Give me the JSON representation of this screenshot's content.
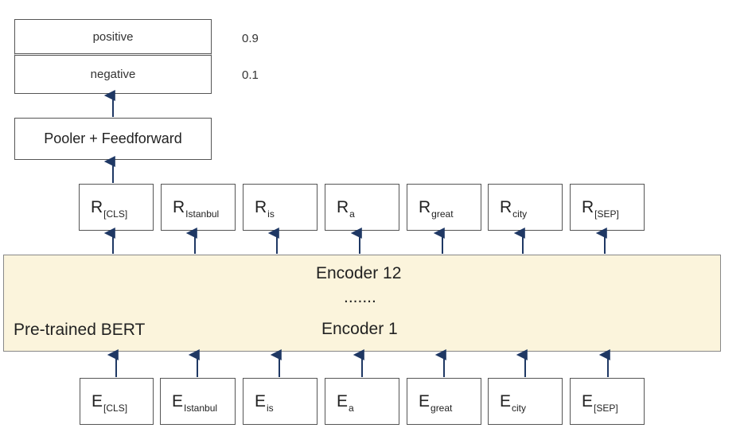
{
  "output": {
    "labels": [
      "positive",
      "negative"
    ],
    "scores": [
      "0.9",
      "0.1"
    ]
  },
  "pooler": {
    "label": "Pooler + Feedforward"
  },
  "representations": {
    "prefix": "R",
    "tokens": [
      "[CLS]",
      "Istanbul",
      "is",
      "a",
      "great",
      "city",
      "[SEP]"
    ]
  },
  "encoder": {
    "top_label": "Encoder 12",
    "ellipsis": ".......",
    "bottom_label": "Encoder 1",
    "model_label": "Pre-trained BERT"
  },
  "embeddings": {
    "prefix": "E",
    "tokens": [
      "[CLS]",
      "Istanbul",
      "is",
      "a",
      "great",
      "city",
      "[SEP]"
    ]
  },
  "colors": {
    "encoder_fill": "#fbf4dc",
    "arrow": "#1f3864",
    "box_border": "#555555"
  }
}
